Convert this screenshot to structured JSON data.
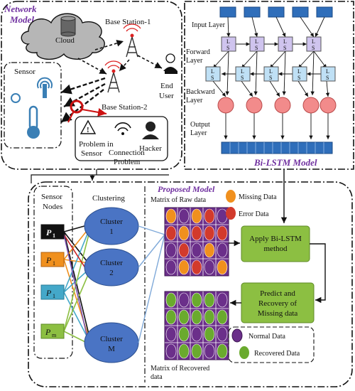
{
  "network_model": {
    "title_line1": "Network",
    "title_line2": "Model",
    "cloud": "Cloud",
    "base_station_1": "Base Station-1",
    "base_station_2": "Base Station-2",
    "end_user_line1": "End",
    "end_user_line2": "User",
    "sensor": "Sensor",
    "problem_line1": "Problem in",
    "problem_line2": "Sensor",
    "connection_line1": "Connection",
    "connection_line2": "Problem",
    "hacker": "Hacker"
  },
  "bilstm_model": {
    "title": "Bi-LSTM Model",
    "input_layer": "Input Layer",
    "forward_line1": "Forward",
    "forward_line2": "Layer",
    "backward_line1": "Backward",
    "backward_line2": "Layer",
    "output_line1": "Output",
    "output_line2": "Layer",
    "cell_top": "L",
    "cell_bottom": "S"
  },
  "proposed_model": {
    "title": "Proposed Model",
    "sensor_nodes_line1": "Sensor",
    "sensor_nodes_line2": "Nodes",
    "clustering": "Clustering",
    "nodes": [
      {
        "base": "P",
        "sub": "1"
      },
      {
        "base": "P",
        "sub": "1"
      },
      {
        "base": "P",
        "sub": "1"
      },
      {
        "base": "P",
        "sub": "m"
      }
    ],
    "clusters": [
      {
        "line1": "Cluster",
        "line2": "1"
      },
      {
        "line1": "Cluster",
        "line2": "2"
      },
      {
        "line1": "Cluster",
        "line2": "M"
      }
    ],
    "raw_matrix_label": "Matrix of Raw data",
    "missing_data": "Missing Data",
    "error_data": "Error Data",
    "apply_line1": "Apply Bi-LSTM",
    "apply_line2": "method",
    "predict_line1": "Predict and",
    "predict_line2": "Recovery of",
    "predict_line3": "Missing data",
    "recovered_label_line1": "Matrix of Recovered",
    "recovered_label_line2": "data",
    "normal_data": "Normal Data",
    "recovered_data": "Recovered Data"
  },
  "colors": {
    "title_purple": "#7030a0",
    "lstm_purple": "#cfc4ee",
    "lstm_blue": "#bfe0f5",
    "output_red": "#f28b8b",
    "input_blue": "#2f6eba",
    "cluster_blue": "#4a74c4",
    "box_green": "#8cbf42",
    "matrix_purple": "#6b2f8a",
    "dot_orange": "#f0901e",
    "dot_red": "#d23a2c",
    "dot_green": "#6aaa2e"
  }
}
